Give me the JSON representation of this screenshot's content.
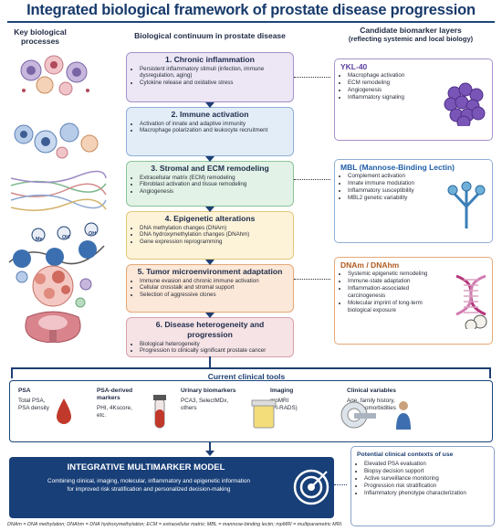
{
  "title": "Integrated biological framework of prostate disease progression",
  "columns": {
    "left": "Key biological processes",
    "center": "Biological continuum in prostate disease",
    "right_line1": "Candidate biomarker layers",
    "right_line2": "(reflecting systemic and local biology)"
  },
  "stages": [
    {
      "title": "1. Chronic inflammation",
      "items": [
        "Persistent inflammatory stimuli (infection, immune dysregulation, aging)",
        "Cytokine release and oxidative stress"
      ],
      "bg": "#ece6f5",
      "border": "#a592c9"
    },
    {
      "title": "2. Immune activation",
      "items": [
        "Activation of innate and adaptive immunity",
        "Macrophage polarization and leukocyte recruitment"
      ],
      "bg": "#e3edf8",
      "border": "#8eaed6"
    },
    {
      "title": "3. Stromal and ECM remodeling",
      "items": [
        "Extracellular matrix (ECM) remodeling",
        "Fibroblast activation and tissue remodeling",
        "Angiogenesis"
      ],
      "bg": "#e2f2e6",
      "border": "#8cc49b"
    },
    {
      "title": "4. Epigenetic alterations",
      "items": [
        "DNA methylation changes (DNAm)",
        "DNA hydroxymethylation changes (DNAhm)",
        "Gene expression reprogramming"
      ],
      "bg": "#fdf3d9",
      "border": "#e3c77a"
    },
    {
      "title": "5. Tumor microenvironment adaptation",
      "items": [
        "Immune evasion and chronic immune activation",
        "Cellular crosstalk and stromal support",
        "Selection of aggressive clones"
      ],
      "bg": "#fce8d8",
      "border": "#e5a878"
    },
    {
      "title": "6. Disease heterogeneity and progression",
      "items": [
        "Biological heterogeneity",
        "Progression to clinically significant prostate cancer"
      ],
      "bg": "#f6e3e6",
      "border": "#d8a0aa"
    }
  ],
  "biomarkers": [
    {
      "name": "YKL-40",
      "items": [
        "Macrophage activation",
        "ECM remodeling",
        "Angiogenesis",
        "Inflammatory signaling"
      ],
      "color": "#5b3fa0",
      "border": "#a592c9"
    },
    {
      "name": "MBL (Mannose-Binding Lectin)",
      "items": [
        "Complement activation",
        "Innate immune modulation",
        "Inflammatory susceptibility",
        "MBL2 genetic variability"
      ],
      "color": "#1f5ea8",
      "border": "#8eaed6"
    },
    {
      "name": "DNAm / DNAhm",
      "items": [
        "Systemic epigenetic remodeling",
        "Immune-state adaptation",
        "Inflammation-associated carcinogenesis",
        "Molecular imprint of long-term biological exposure"
      ],
      "color": "#b05a1e",
      "border": "#e5a878"
    }
  ],
  "epi_labels": {
    "me": "Me",
    "oh": "OH"
  },
  "tools": {
    "heading": "Current clinical tools",
    "items": [
      {
        "title": "PSA",
        "lines": [
          "Total PSA,",
          "PSA density"
        ]
      },
      {
        "title": "PSA-derived markers",
        "lines": [
          "PHI, 4Kscore,",
          "etc."
        ]
      },
      {
        "title": "Urinary biomarkers",
        "lines": [
          "PCA3, SelectMDx,",
          "others"
        ]
      },
      {
        "title": "Imaging",
        "lines": [
          "mpMRI",
          "(PI-RADS)"
        ]
      },
      {
        "title": "Clinical variables",
        "lines": [
          "Age, family history,",
          "DRE, comorbidities"
        ]
      }
    ]
  },
  "model": {
    "title": "INTEGRATIVE MULTIMARKER MODEL",
    "line1": "Combining clinical, imaging, molecular, inflammatory and epigenetic information",
    "line2": "for improved risk stratification and personalized decision-making"
  },
  "contexts": {
    "title": "Potential clinical contexts of use",
    "items": [
      "Elevated PSA evaluation",
      "Biopsy decision support",
      "Active surveillance monitoring",
      "Progression risk stratification",
      "Inflammatory phenotype characterization"
    ]
  },
  "footnote": "DNAm = DNA methylation; DNAhm = DNA hydroxymethylation; ECM = extracellular matrix; MBL = mannose-binding lectin; mpMRI = multiparametric MRI.",
  "colors": {
    "navy": "#183f78",
    "accent": "#1d4579"
  }
}
